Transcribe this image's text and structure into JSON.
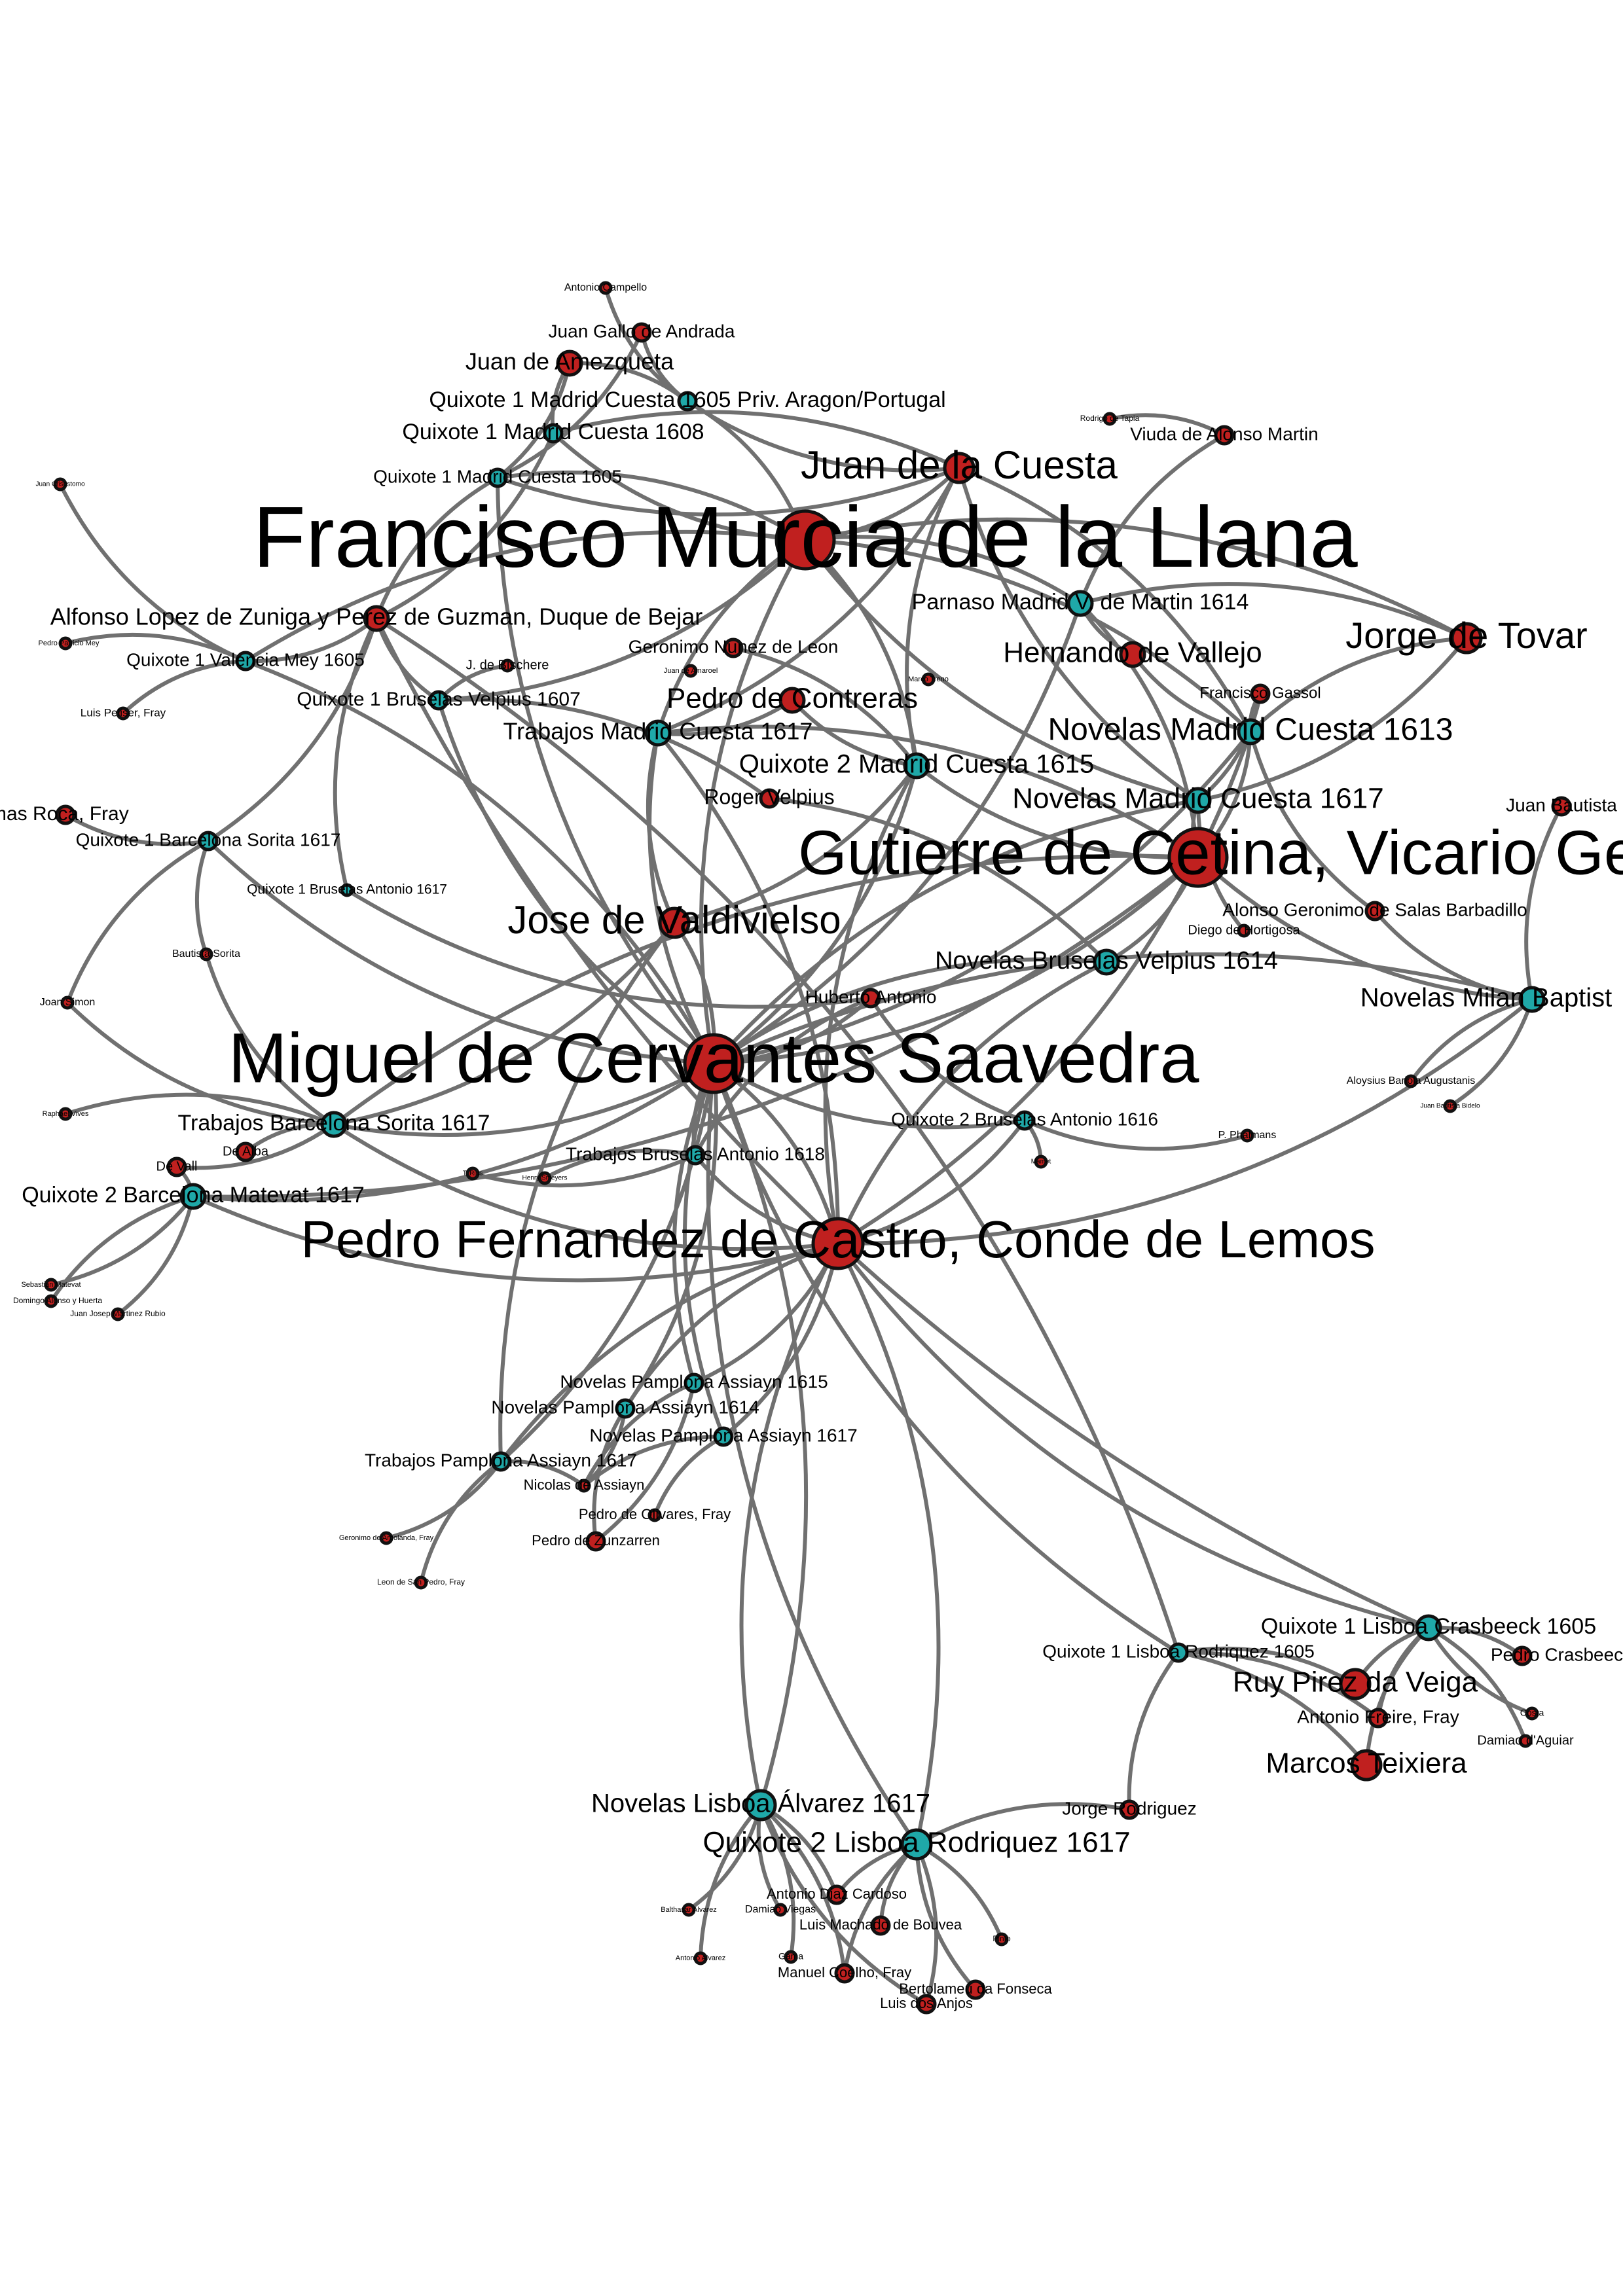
{
  "colors": {
    "person": "#c0201f",
    "edition": "#1fa8a8",
    "edge": "#707070"
  },
  "nodes": [
    {
      "id": "cervantes",
      "label": "Miguel de Cervantes Saavedra",
      "type": "person",
      "size": "xl"
    },
    {
      "id": "murcia",
      "label": "Francisco Murcia de la Llana",
      "type": "person",
      "size": "xl"
    },
    {
      "id": "cetina",
      "label": "Gutierre de Cetina, Vicario Gene",
      "type": "person",
      "size": "xl"
    },
    {
      "id": "lemos",
      "label": "Pedro Fernandez de Castro, Conde de Lemos",
      "type": "person",
      "size": "lg"
    },
    {
      "id": "valdivielso",
      "label": "Jose de Valdivielso",
      "type": "person",
      "size": "md"
    },
    {
      "id": "cuesta",
      "label": "Juan de la Cuesta",
      "type": "person",
      "size": "md"
    },
    {
      "id": "tovar",
      "label": "Jorge de Tovar",
      "type": "person",
      "size": "md"
    },
    {
      "id": "vallejo",
      "label": "Hernando de Vallejo",
      "type": "person",
      "size": "sm"
    },
    {
      "id": "contreras",
      "label": "Pedro de Contreras",
      "type": "person",
      "size": "sm"
    },
    {
      "id": "zuniga",
      "label": "Alfonso Lopez de Zuniga y Perez de Guzman, Duque de Bejar",
      "type": "person",
      "size": "sm"
    },
    {
      "id": "amezqueta",
      "label": "Juan de Amezqueta",
      "type": "person",
      "size": "sm"
    },
    {
      "id": "gallo",
      "label": "Juan Gallo de Andrada",
      "type": "person",
      "size": "xs"
    },
    {
      "id": "campello",
      "label": "Antonio Campello",
      "type": "person",
      "size": "xxs"
    },
    {
      "id": "q1m1605priv",
      "label": "Quixote 1 Madrid Cuesta 1605 Priv. Aragon/Portugal",
      "type": "edition",
      "size": "xs"
    },
    {
      "id": "q1m1608",
      "label": "Quixote 1 Madrid Cuesta 1608",
      "type": "edition",
      "size": "xs"
    },
    {
      "id": "q1m1605",
      "label": "Quixote 1 Madrid Cuesta 1605",
      "type": "edition",
      "size": "xs"
    },
    {
      "id": "tapia",
      "label": "Rodrigo de Tapia",
      "type": "person",
      "size": "xxs"
    },
    {
      "id": "viuda",
      "label": "Viuda de Alonso Martin",
      "type": "person",
      "size": "xs"
    },
    {
      "id": "parnaso",
      "label": "Parnaso Madrid V. de Martin 1614",
      "type": "edition",
      "size": "sm"
    },
    {
      "id": "nunez",
      "label": "Geronimo Nunez de Leon",
      "type": "person",
      "size": "xs"
    },
    {
      "id": "gassol",
      "label": "Francisco Gassol",
      "type": "person",
      "size": "xs"
    },
    {
      "id": "novmad1613",
      "label": "Novelas Madrid Cuesta 1613",
      "type": "edition",
      "size": "sm"
    },
    {
      "id": "novmad1617",
      "label": "Novelas Madrid Cuesta 1617",
      "type": "edition",
      "size": "sm"
    },
    {
      "id": "q2mad1615",
      "label": "Quixote 2 Madrid Cuesta 1615",
      "type": "edition",
      "size": "sm"
    },
    {
      "id": "rogervelpius",
      "label": "Roger Velpius",
      "type": "person",
      "size": "xs"
    },
    {
      "id": "trabmad1617",
      "label": "Trabajos Madrid Cuesta 1617",
      "type": "edition",
      "size": "sm"
    },
    {
      "id": "q1brvel1607",
      "label": "Quixote 1 Bruselas Velpius 1607",
      "type": "edition",
      "size": "xs"
    },
    {
      "id": "bischere",
      "label": "J. de Bischere",
      "type": "person",
      "size": "xxs"
    },
    {
      "id": "juanamaroel",
      "label": "Juan de Amaroel",
      "type": "person",
      "size": "xxs"
    },
    {
      "id": "marcotreno",
      "label": "Marco Treno",
      "type": "person",
      "size": "xxs"
    },
    {
      "id": "q1val1605",
      "label": "Quixote 1 Valencia Mey 1605",
      "type": "edition",
      "size": "xs"
    },
    {
      "id": "pedropatricio",
      "label": "Pedro Patricio Mey",
      "type": "person",
      "size": "xxs"
    },
    {
      "id": "juanmey",
      "label": "Juan Crisostomo",
      "type": "person",
      "size": "xxs"
    },
    {
      "id": "peliser",
      "label": "Luis Peliser, Fray",
      "type": "person",
      "size": "xxs"
    },
    {
      "id": "tomasroca",
      "label": "Tomas Roca, Fray",
      "type": "person",
      "size": "xs"
    },
    {
      "id": "q1barsor1617",
      "label": "Quixote 1 Barcelona Sorita 1617",
      "type": "edition",
      "size": "xs"
    },
    {
      "id": "q1brant1617",
      "label": "Quixote 1 Bruselas Antonio 1617",
      "type": "edition",
      "size": "xxs"
    },
    {
      "id": "juanbautista",
      "label": "Juan Bautista",
      "type": "person",
      "size": "xs"
    },
    {
      "id": "salas",
      "label": "Alonso Geronimo de Salas Barbadillo",
      "type": "person",
      "size": "xs"
    },
    {
      "id": "hortigosa",
      "label": "Diego de Hortigosa",
      "type": "person",
      "size": "xxs"
    },
    {
      "id": "novbrvel1614",
      "label": "Novelas Bruselas Velpius 1614",
      "type": "edition",
      "size": "sm"
    },
    {
      "id": "novmilan",
      "label": "Novelas Milan Baptist",
      "type": "edition",
      "size": "sm"
    },
    {
      "id": "bautistasorita",
      "label": "Bautista Sorita",
      "type": "person",
      "size": "xxs"
    },
    {
      "id": "huberto",
      "label": "Huberto Antonio",
      "type": "person",
      "size": "xs"
    },
    {
      "id": "joansimon",
      "label": "Joan Simon",
      "type": "person",
      "size": "xxs"
    },
    {
      "id": "aloysius",
      "label": "Aloysius Bariola Augustanis",
      "type": "person",
      "size": "xxs"
    },
    {
      "id": "bidelo",
      "label": "Juan Bautista Bidelo",
      "type": "person",
      "size": "xxs"
    },
    {
      "id": "raphael",
      "label": "Raphael Vives",
      "type": "person",
      "size": "xxs"
    },
    {
      "id": "trabbarsor1617",
      "label": "Trabajos Barcelona Sorita 1617",
      "type": "edition",
      "size": "sm"
    },
    {
      "id": "q2brant1616",
      "label": "Quixote 2 Bruselas Antonio 1616",
      "type": "edition",
      "size": "xs"
    },
    {
      "id": "phalmans",
      "label": "P. Phalmans",
      "type": "person",
      "size": "xxs"
    },
    {
      "id": "dealba",
      "label": "De Alba",
      "type": "person",
      "size": "xs"
    },
    {
      "id": "devall",
      "label": "De Vall",
      "type": "person",
      "size": "xs"
    },
    {
      "id": "trabbrant1618",
      "label": "Trabajos Bruselas Antonio 1618",
      "type": "edition",
      "size": "xs"
    },
    {
      "id": "q2barmat1617",
      "label": "Quixote 2 Barcelona Matevat 1617",
      "type": "edition",
      "size": "sm"
    },
    {
      "id": "tiras",
      "label": "T. Rius",
      "type": "person",
      "size": "xxs"
    },
    {
      "id": "henry",
      "label": "Henry Smeyers",
      "type": "person",
      "size": "xxs"
    },
    {
      "id": "mamet",
      "label": "Mamet",
      "type": "person",
      "size": "xxs"
    },
    {
      "id": "sebastian",
      "label": "Sebastian Matevat",
      "type": "person",
      "size": "xxs"
    },
    {
      "id": "domingo",
      "label": "Domingo Alonso y Huerta",
      "type": "person",
      "size": "xxs"
    },
    {
      "id": "juanjose",
      "label": "Juan Josep Martinez Rubio",
      "type": "person",
      "size": "xxs"
    },
    {
      "id": "novpam1615",
      "label": "Novelas Pamplona Assiayn 1615",
      "type": "edition",
      "size": "xs"
    },
    {
      "id": "novpam1614",
      "label": "Novelas Pamplona Assiayn 1614",
      "type": "edition",
      "size": "xs"
    },
    {
      "id": "novpam1617",
      "label": "Novelas Pamplona Assiayn 1617",
      "type": "edition",
      "size": "xs"
    },
    {
      "id": "trabpam1617",
      "label": "Trabajos Pamplona Assiayn 1617",
      "type": "edition",
      "size": "xs"
    },
    {
      "id": "nicolas",
      "label": "Nicolas de Assiayn",
      "type": "person",
      "size": "xxs"
    },
    {
      "id": "olivares",
      "label": "Pedro de Olivares, Fray",
      "type": "person",
      "size": "xxs"
    },
    {
      "id": "zunzarren",
      "label": "Pedro de Zunzarren",
      "type": "person",
      "size": "xs"
    },
    {
      "id": "geronimo",
      "label": "Geronimo de Arbolanda, Fray",
      "type": "person",
      "size": "xxs"
    },
    {
      "id": "leon",
      "label": "Leon de San Pedro, Fray",
      "type": "person",
      "size": "xxs"
    },
    {
      "id": "q1lisc1605",
      "label": "Quixote 1 Lisboa Crasbeeck 1605",
      "type": "edition",
      "size": "sm"
    },
    {
      "id": "q1lisrod1605",
      "label": "Quixote 1 Lisboa Rodriquez 1605",
      "type": "edition",
      "size": "xs"
    },
    {
      "id": "crasbeeck",
      "label": "Pedro Crasbeeck",
      "type": "person",
      "size": "xs"
    },
    {
      "id": "veiga",
      "label": "Ruy Pirez da Veiga",
      "type": "person",
      "size": "md"
    },
    {
      "id": "freire",
      "label": "Antonio Freire, Fray",
      "type": "person",
      "size": "xs"
    },
    {
      "id": "costa",
      "label": "Costa",
      "type": "person",
      "size": "xxs"
    },
    {
      "id": "aguiar",
      "label": "Damiao d'Aguiar",
      "type": "person",
      "size": "xxs"
    },
    {
      "id": "teixiera",
      "label": "Marcos Teixiera",
      "type": "person",
      "size": "md"
    },
    {
      "id": "jorgerod",
      "label": "Jorge Rodriguez",
      "type": "person",
      "size": "xs"
    },
    {
      "id": "novlis1617",
      "label": "Novelas Lisboa Álvarez 1617",
      "type": "edition",
      "size": "md"
    },
    {
      "id": "q2lis1617",
      "label": "Quixote 2 Lisboa Rodriquez 1617",
      "type": "edition",
      "size": "md"
    },
    {
      "id": "cardoso",
      "label": "Antonio Diaz Cardoso",
      "type": "person",
      "size": "xs"
    },
    {
      "id": "damiao",
      "label": "Damiao Viegas",
      "type": "person",
      "size": "xxs"
    },
    {
      "id": "balthasar",
      "label": "Balthasar Alvarez",
      "type": "person",
      "size": "xxs"
    },
    {
      "id": "bouvea",
      "label": "Luis Machado de Bouvea",
      "type": "person",
      "size": "xs"
    },
    {
      "id": "pinto",
      "label": "Pinto",
      "type": "person",
      "size": "xxs"
    },
    {
      "id": "antonioalv",
      "label": "Antonio Alvarez",
      "type": "person",
      "size": "xxs"
    },
    {
      "id": "gama",
      "label": "Gama",
      "type": "person",
      "size": "xxs"
    },
    {
      "id": "coelho",
      "label": "Manuel Coelho, Fray",
      "type": "person",
      "size": "xs"
    },
    {
      "id": "fonseca",
      "label": "Bertolameu da Fonseca",
      "type": "person",
      "size": "xs"
    },
    {
      "id": "anjos",
      "label": "Luis dos Anjos",
      "type": "person",
      "size": "xs"
    }
  ],
  "edges": [
    [
      "cervantes",
      "murcia"
    ],
    [
      "cervantes",
      "cetina"
    ],
    [
      "cervantes",
      "lemos"
    ],
    [
      "cervantes",
      "valdivielso"
    ],
    [
      "cervantes",
      "novbrvel1614"
    ],
    [
      "cervantes",
      "q2brant1616"
    ],
    [
      "cervantes",
      "trabbarsor1617"
    ],
    [
      "cervantes",
      "trabbrant1618"
    ],
    [
      "cervantes",
      "novmilan"
    ],
    [
      "cervantes",
      "q2mad1615"
    ],
    [
      "cervantes",
      "trabmad1617"
    ],
    [
      "cervantes",
      "novmad1613"
    ],
    [
      "cervantes",
      "novmad1617"
    ],
    [
      "cervantes",
      "parnaso"
    ],
    [
      "cervantes",
      "q1m1605"
    ],
    [
      "cervantes",
      "q1val1605"
    ],
    [
      "cervantes",
      "q1barsor1617"
    ],
    [
      "cervantes",
      "novpam1615"
    ],
    [
      "cervantes",
      "novpam1614"
    ],
    [
      "cervantes",
      "novpam1617"
    ],
    [
      "cervantes",
      "trabpam1617"
    ],
    [
      "cervantes",
      "q2lis1617"
    ],
    [
      "cervantes",
      "novlis1617"
    ],
    [
      "cervantes",
      "q1lisrod1605"
    ],
    [
      "cervantes",
      "q1brvel1607"
    ],
    [
      "cervantes",
      "huberto"
    ],
    [
      "cervantes",
      "q2barmat1617"
    ],
    [
      "murcia",
      "q1m1605priv"
    ],
    [
      "murcia",
      "q1m1608"
    ],
    [
      "murcia",
      "q1m1605"
    ],
    [
      "murcia",
      "q2mad1615"
    ],
    [
      "murcia",
      "trabmad1617"
    ],
    [
      "murcia",
      "novmad1613"
    ],
    [
      "murcia",
      "novmad1617"
    ],
    [
      "murcia",
      "parnaso"
    ],
    [
      "murcia",
      "cuesta"
    ],
    [
      "murcia",
      "tovar"
    ],
    [
      "murcia",
      "q1val1605"
    ],
    [
      "murcia",
      "q1brvel1607"
    ],
    [
      "cetina",
      "novmad1613"
    ],
    [
      "cetina",
      "novmad1617"
    ],
    [
      "cetina",
      "parnaso"
    ],
    [
      "cetina",
      "novbrvel1614"
    ],
    [
      "cetina",
      "novmilan"
    ],
    [
      "cetina",
      "q2mad1615"
    ],
    [
      "cetina",
      "trabbarsor1617"
    ],
    [
      "cetina",
      "q2barmat1617"
    ],
    [
      "cetina",
      "trabmad1617"
    ],
    [
      "lemos",
      "q2mad1615"
    ],
    [
      "lemos",
      "novmad1613"
    ],
    [
      "lemos",
      "novpam1615"
    ],
    [
      "lemos",
      "novpam1614"
    ],
    [
      "lemos",
      "novpam1617"
    ],
    [
      "lemos",
      "trabpam1617"
    ],
    [
      "lemos",
      "q2lis1617"
    ],
    [
      "lemos",
      "novlis1617"
    ],
    [
      "lemos",
      "trabbrant1618"
    ],
    [
      "lemos",
      "q2brant1616"
    ],
    [
      "lemos",
      "novbrvel1614"
    ],
    [
      "lemos",
      "novmilan"
    ],
    [
      "lemos",
      "trabbarsor1617"
    ],
    [
      "lemos",
      "trabmad1617"
    ],
    [
      "lemos",
      "q2barmat1617"
    ],
    [
      "lemos",
      "q1lisc1605"
    ],
    [
      "valdivielso",
      "trabmad1617"
    ],
    [
      "valdivielso",
      "q2mad1615"
    ],
    [
      "valdivielso",
      "trabbarsor1617"
    ],
    [
      "valdivielso",
      "trabpam1617"
    ],
    [
      "cuesta",
      "q1m1605priv"
    ],
    [
      "cuesta",
      "q1m1608"
    ],
    [
      "cuesta",
      "q1m1605"
    ],
    [
      "cuesta",
      "q2mad1615"
    ],
    [
      "cuesta",
      "novmad1613"
    ],
    [
      "cuesta",
      "novmad1617"
    ],
    [
      "cuesta",
      "trabmad1617"
    ],
    [
      "tovar",
      "novmad1613"
    ],
    [
      "tovar",
      "novmad1617"
    ],
    [
      "tovar",
      "parnaso"
    ],
    [
      "vallejo",
      "parnaso"
    ],
    [
      "vallejo",
      "novmad1613"
    ],
    [
      "contreras",
      "trabmad1617"
    ],
    [
      "contreras",
      "q2mad1615"
    ],
    [
      "zuniga",
      "q1m1605"
    ],
    [
      "zuniga",
      "q1m1608"
    ],
    [
      "zuniga",
      "q1val1605"
    ],
    [
      "zuniga",
      "q1brvel1607"
    ],
    [
      "zuniga",
      "q1barsor1617"
    ],
    [
      "zuniga",
      "q1lisc1605"
    ],
    [
      "zuniga",
      "q1lisrod1605"
    ],
    [
      "zuniga",
      "q1brant1617"
    ],
    [
      "amezqueta",
      "q1m1605priv"
    ],
    [
      "amezqueta",
      "q1m1608"
    ],
    [
      "amezqueta",
      "q1m1605"
    ],
    [
      "gallo",
      "q1m1605priv"
    ],
    [
      "gallo",
      "q1m1605"
    ],
    [
      "campello",
      "q1m1605priv"
    ],
    [
      "tapia",
      "viuda"
    ],
    [
      "viuda",
      "parnaso"
    ],
    [
      "nunez",
      "q2mad1615"
    ],
    [
      "gassol",
      "novmad1613"
    ],
    [
      "gassol",
      "novmad1617"
    ],
    [
      "rogervelpius",
      "q1brvel1607"
    ],
    [
      "rogervelpius",
      "novbrvel1614"
    ],
    [
      "bischere",
      "q1brvel1607"
    ],
    [
      "pedropatricio",
      "q1val1605"
    ],
    [
      "juanmey",
      "q1val1605"
    ],
    [
      "peliser",
      "q1val1605"
    ],
    [
      "tomasroca",
      "q1barsor1617"
    ],
    [
      "bautistasorita",
      "q1barsor1617"
    ],
    [
      "bautistasorita",
      "trabbarsor1617"
    ],
    [
      "joansimon",
      "q1barsor1617"
    ],
    [
      "joansimon",
      "trabbarsor1617"
    ],
    [
      "raphael",
      "trabbarsor1617"
    ],
    [
      "juanbautista",
      "novmilan"
    ],
    [
      "salas",
      "novmad1613"
    ],
    [
      "salas",
      "novmilan"
    ],
    [
      "hortigosa",
      "novmad1617"
    ],
    [
      "huberto",
      "q2brant1616"
    ],
    [
      "huberto",
      "q1brant1617"
    ],
    [
      "huberto",
      "trabbrant1618"
    ],
    [
      "aloysius",
      "novmilan"
    ],
    [
      "bidelo",
      "novmilan"
    ],
    [
      "phalmans",
      "q2brant1616"
    ],
    [
      "mamet",
      "q2brant1616"
    ],
    [
      "dealba",
      "trabbarsor1617"
    ],
    [
      "devall",
      "trabbarsor1617"
    ],
    [
      "devall",
      "q2barmat1617"
    ],
    [
      "tiras",
      "trabbrant1618"
    ],
    [
      "henry",
      "trabbrant1618"
    ],
    [
      "sebastian",
      "q2barmat1617"
    ],
    [
      "domingo",
      "q2barmat1617"
    ],
    [
      "juanjose",
      "q2barmat1617"
    ],
    [
      "nicolas",
      "novpam1615"
    ],
    [
      "nicolas",
      "novpam1614"
    ],
    [
      "nicolas",
      "novpam1617"
    ],
    [
      "nicolas",
      "trabpam1617"
    ],
    [
      "olivares",
      "novpam1617"
    ],
    [
      "zunzarren",
      "novpam1615"
    ],
    [
      "zunzarren",
      "novpam1614"
    ],
    [
      "geronimo",
      "trabpam1617"
    ],
    [
      "leon",
      "trabpam1617"
    ],
    [
      "crasbeeck",
      "q1lisc1605"
    ],
    [
      "veiga",
      "q1lisc1605"
    ],
    [
      "veiga",
      "q1lisrod1605"
    ],
    [
      "freire",
      "q1lisc1605"
    ],
    [
      "freire",
      "q1lisrod1605"
    ],
    [
      "costa",
      "q1lisc1605"
    ],
    [
      "aguiar",
      "q1lisc1605"
    ],
    [
      "teixiera",
      "q1lisc1605"
    ],
    [
      "teixiera",
      "q1lisrod1605"
    ],
    [
      "jorgerod",
      "q1lisrod1605"
    ],
    [
      "jorgerod",
      "q2lis1617"
    ],
    [
      "cardoso",
      "q2lis1617"
    ],
    [
      "cardoso",
      "novlis1617"
    ],
    [
      "damiao",
      "novlis1617"
    ],
    [
      "balthasar",
      "novlis1617"
    ],
    [
      "bouvea",
      "q2lis1617"
    ],
    [
      "pinto",
      "q2lis1617"
    ],
    [
      "antonioalv",
      "novlis1617"
    ],
    [
      "gama",
      "novlis1617"
    ],
    [
      "coelho",
      "q2lis1617"
    ],
    [
      "coelho",
      "novlis1617"
    ],
    [
      "fonseca",
      "q2lis1617"
    ],
    [
      "anjos",
      "q2lis1617"
    ],
    [
      "anjos",
      "novlis1617"
    ]
  ]
}
